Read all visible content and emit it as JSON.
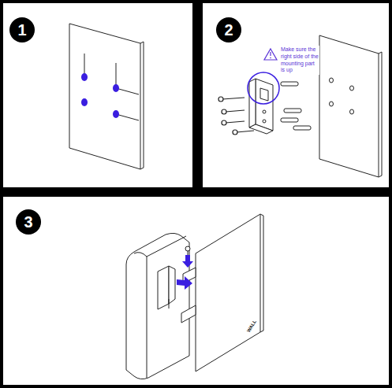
{
  "diagram": {
    "labels": [
      "1",
      "2",
      "3",
      "Make sure the right side of the mounting part is up",
      "WALL"
    ]
  }
}
